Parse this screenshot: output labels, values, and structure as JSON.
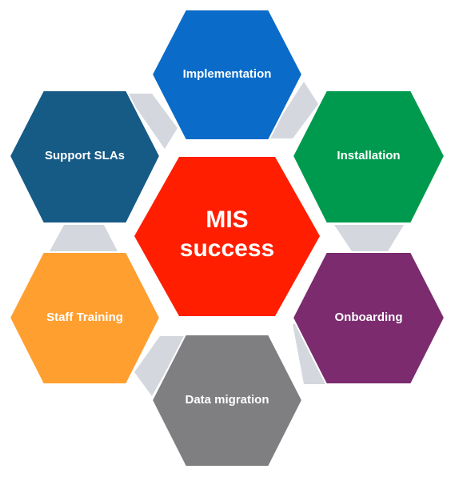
{
  "diagram": {
    "center": {
      "label_line1": "MIS",
      "label_line2": "success",
      "color": "#ff1f00"
    },
    "nodes": [
      {
        "id": "implementation",
        "label": "Implementation",
        "color": "#0a6bc8"
      },
      {
        "id": "installation",
        "label": "Installation",
        "color": "#009a4e"
      },
      {
        "id": "onboarding",
        "label": "Onboarding",
        "color": "#7b2b6e"
      },
      {
        "id": "data-migration",
        "label": "Data migration",
        "color": "#7f7e80"
      },
      {
        "id": "staff-training",
        "label": "Staff Training",
        "color": "#ff9f30"
      },
      {
        "id": "support-slas",
        "label": "Support SLAs",
        "color": "#165a86"
      }
    ],
    "connector_color": "#d4d7de"
  }
}
